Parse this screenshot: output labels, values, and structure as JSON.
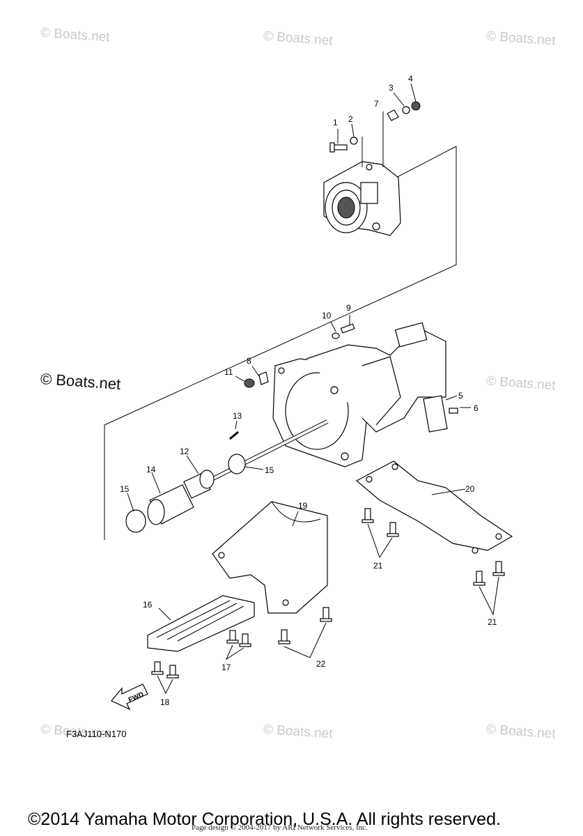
{
  "watermarks": {
    "text": "© Boats.net"
  },
  "diagram": {
    "diagram_code": "F3AJ110-N170",
    "fwd_label": "FWD",
    "callouts": [
      "1",
      "2",
      "3",
      "4",
      "5",
      "6",
      "7",
      "8",
      "9",
      "10",
      "11",
      "12",
      "13",
      "14",
      "15",
      "15",
      "16",
      "17",
      "18",
      "19",
      "20",
      "21",
      "21",
      "22"
    ]
  },
  "footer": {
    "copyright": "©2014 Yamaha Motor Corporation, U.S.A. All rights reserved.",
    "page_design": "Page design © 2004-2017 by ARI Network Services, Inc."
  }
}
